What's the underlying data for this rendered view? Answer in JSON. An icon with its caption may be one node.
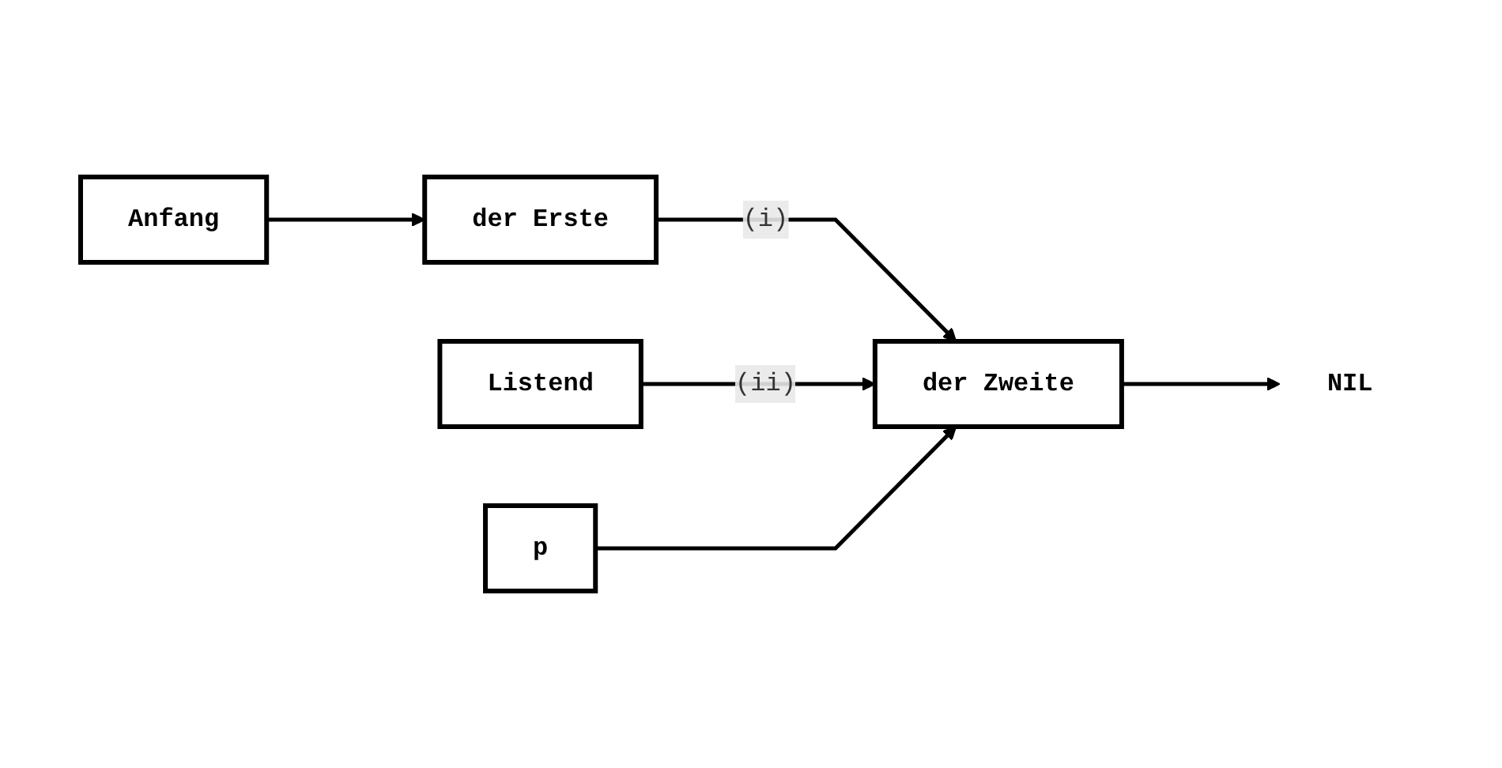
{
  "diagram": {
    "nodes": [
      {
        "text": [
          "Anfang"
        ]
      },
      {
        "text": [
          "der Erste"
        ]
      },
      {
        "text": [
          "der Zweite"
        ]
      },
      {
        "text": [
          "Listend"
        ]
      },
      {
        "text": [
          "p"
        ]
      },
      {
        "text": [
          "NIL"
        ]
      }
    ],
    "edges": [
      {
        "from": 0,
        "to": 1,
        "arrow": "to"
      },
      {
        "from": 1,
        "to": 2,
        "arrow": "to",
        "label": "(i)"
      },
      {
        "from": 3,
        "to": 2,
        "arrow": "to",
        "label": "(ii)"
      },
      {
        "from": 4,
        "to": 2,
        "arrow": "to"
      },
      {
        "from": 2,
        "to": 5,
        "arrow": "to"
      }
    ]
  }
}
